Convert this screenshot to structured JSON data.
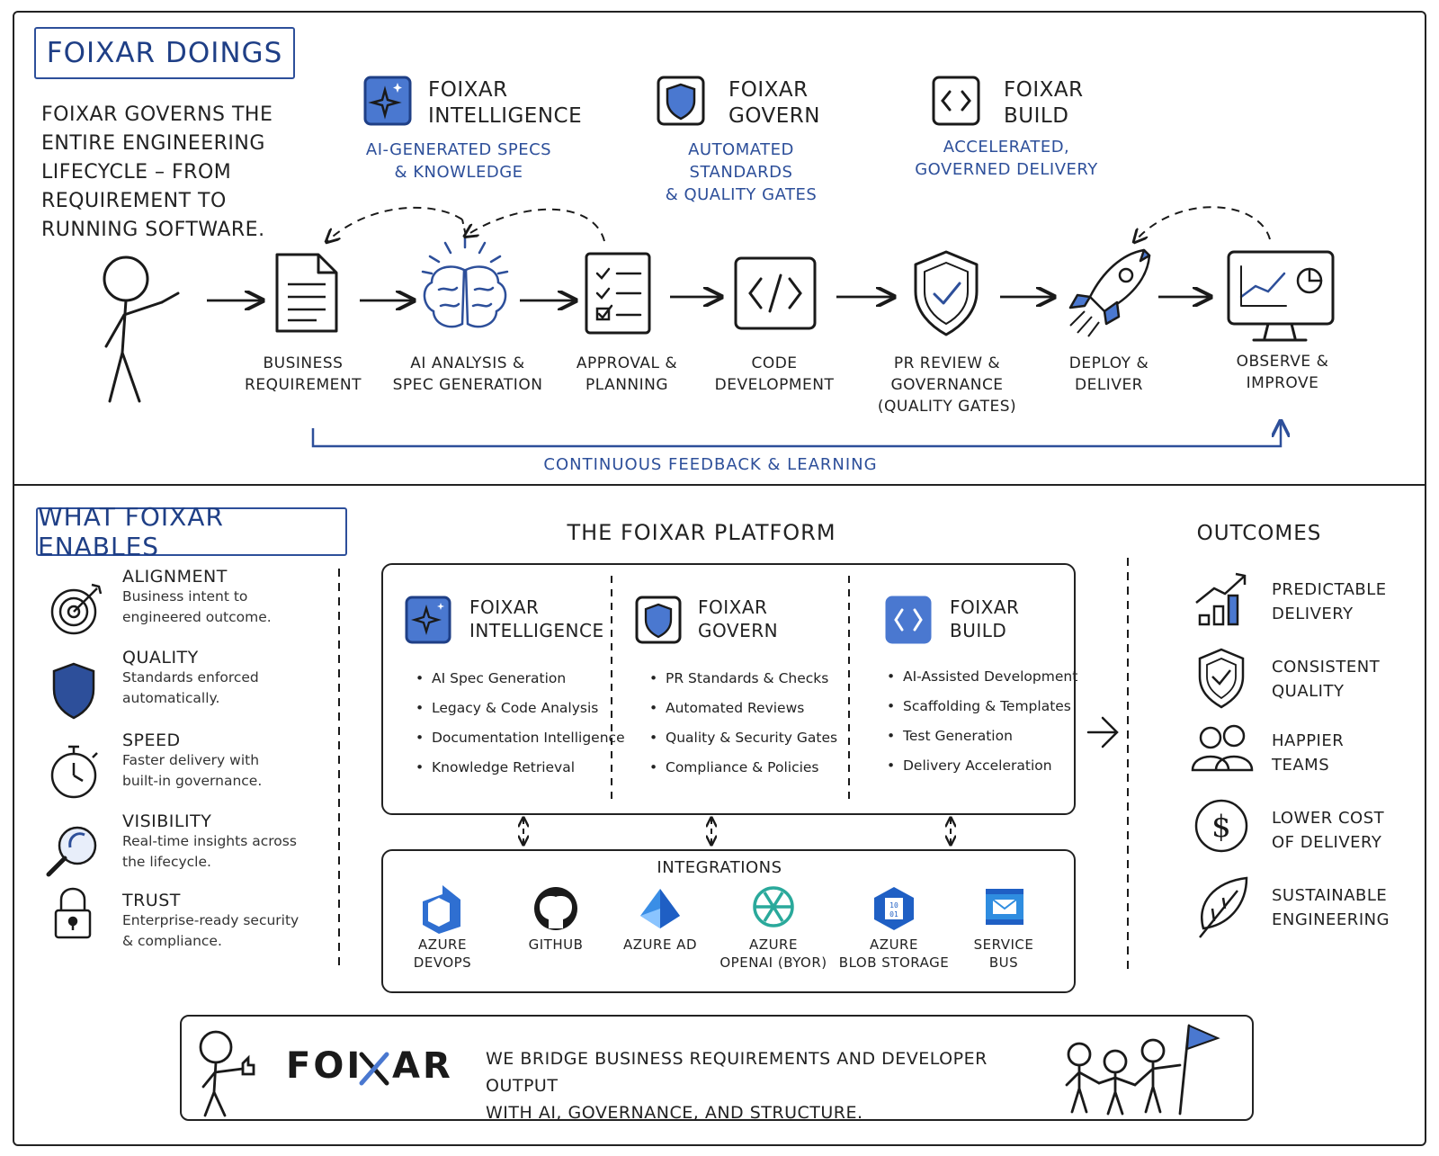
{
  "top": {
    "title": "FOIXAR DOINGS",
    "intro": "FOIXAR GOVERNS THE ENTIRE ENGINEERING LIFECYCLE – FROM REQUIREMENT TO RUNNING SOFTWARE.",
    "products": [
      {
        "name_line1": "FOIXAR",
        "name_line2": "INTELLIGENCE",
        "sub_line1": "AI-GENERATED SPECS",
        "sub_line2": "& KNOWLEDGE",
        "icon": "sparkle-icon"
      },
      {
        "name_line1": "FOIXAR",
        "name_line2": "GOVERN",
        "sub_line1": "AUTOMATED STANDARDS",
        "sub_line2": "& QUALITY GATES",
        "icon": "shield-icon"
      },
      {
        "name_line1": "FOIXAR",
        "name_line2": "BUILD",
        "sub_line1": "ACCELERATED,",
        "sub_line2": "GOVERNED DELIVERY",
        "icon": "code-brackets-icon"
      }
    ],
    "steps": [
      {
        "line1": "BUSINESS",
        "line2": "REQUIREMENT",
        "line3": "",
        "icon": "document-icon"
      },
      {
        "line1": "AI ANALYSIS &",
        "line2": "SPEC GENERATION",
        "line3": "",
        "icon": "brain-icon"
      },
      {
        "line1": "APPROVAL &",
        "line2": "PLANNING",
        "line3": "",
        "icon": "checklist-icon"
      },
      {
        "line1": "CODE",
        "line2": "DEVELOPMENT",
        "line3": "",
        "icon": "code-window-icon"
      },
      {
        "line1": "PR REVIEW &",
        "line2": "GOVERNANCE",
        "line3": "(QUALITY GATES)",
        "icon": "shield-check-icon"
      },
      {
        "line1": "DEPLOY &",
        "line2": "DELIVER",
        "line3": "",
        "icon": "rocket-icon"
      },
      {
        "line1": "OBSERVE &",
        "line2": "IMPROVE",
        "line3": "",
        "icon": "monitor-chart-icon"
      }
    ],
    "feedback": "CONTINUOUS FEEDBACK & LEARNING"
  },
  "enables": {
    "title": "WHAT FOIXAR ENABLES",
    "items": [
      {
        "title": "ALIGNMENT",
        "desc1": "Business intent to",
        "desc2": "engineered outcome.",
        "icon": "target-icon"
      },
      {
        "title": "QUALITY",
        "desc1": "Standards enforced",
        "desc2": "automatically.",
        "icon": "shield-icon"
      },
      {
        "title": "SPEED",
        "desc1": "Faster delivery with",
        "desc2": "built-in governance.",
        "icon": "stopwatch-icon"
      },
      {
        "title": "VISIBILITY",
        "desc1": "Real-time insights across",
        "desc2": "the lifecycle.",
        "icon": "magnifier-icon"
      },
      {
        "title": "TRUST",
        "desc1": "Enterprise-ready security",
        "desc2": "& compliance.",
        "icon": "lock-icon"
      }
    ]
  },
  "platform": {
    "title": "THE FOIXAR PLATFORM",
    "columns": [
      {
        "name_line1": "FOIXAR",
        "name_line2": "INTELLIGENCE",
        "icon": "sparkle-icon",
        "features": [
          "AI Spec Generation",
          "Legacy & Code Analysis",
          "Documentation Intelligence",
          "Knowledge Retrieval"
        ]
      },
      {
        "name_line1": "FOIXAR",
        "name_line2": "GOVERN",
        "icon": "shield-icon",
        "features": [
          "PR Standards & Checks",
          "Automated Reviews",
          "Quality & Security Gates",
          "Compliance & Policies"
        ]
      },
      {
        "name_line1": "FOIXAR",
        "name_line2": "BUILD",
        "icon": "code-brackets-icon",
        "features": [
          "AI-Assisted Development",
          "Scaffolding & Templates",
          "Test Generation",
          "Delivery Acceleration"
        ]
      }
    ],
    "integrations_title": "INTEGRATIONS",
    "integrations": [
      {
        "line1": "AZURE",
        "line2": "DEVOPS",
        "icon": "azure-devops-icon"
      },
      {
        "line1": "GITHUB",
        "line2": "",
        "icon": "github-icon"
      },
      {
        "line1": "AZURE AD",
        "line2": "",
        "icon": "azure-ad-icon"
      },
      {
        "line1": "AZURE",
        "line2": "OPENAI (BYOR)",
        "icon": "openai-icon"
      },
      {
        "line1": "AZURE",
        "line2": "BLOB STORAGE",
        "icon": "blob-storage-icon"
      },
      {
        "line1": "SERVICE",
        "line2": "BUS",
        "icon": "service-bus-icon"
      }
    ]
  },
  "outcomes": {
    "title": "OUTCOMES",
    "items": [
      {
        "line1": "PREDICTABLE",
        "line2": "DELIVERY",
        "icon": "growth-chart-icon"
      },
      {
        "line1": "CONSISTENT",
        "line2": "QUALITY",
        "icon": "shield-check-icon"
      },
      {
        "line1": "HAPPIER",
        "line2": "TEAMS",
        "icon": "people-icon"
      },
      {
        "line1": "LOWER COST",
        "line2": "OF DELIVERY",
        "icon": "dollar-icon"
      },
      {
        "line1": "SUSTAINABLE",
        "line2": "ENGINEERING",
        "icon": "leaf-icon"
      }
    ]
  },
  "footer": {
    "brand_left": "FOI",
    "brand_right": "AR",
    "tagline_line1": "WE BRIDGE BUSINESS REQUIREMENTS AND DEVELOPER OUTPUT",
    "tagline_line2": "WITH AI, GOVERNANCE, AND STRUCTURE."
  },
  "colors": {
    "accent": "#2d4f9a",
    "accent_fill": "#4a78d0",
    "ink": "#222222"
  }
}
